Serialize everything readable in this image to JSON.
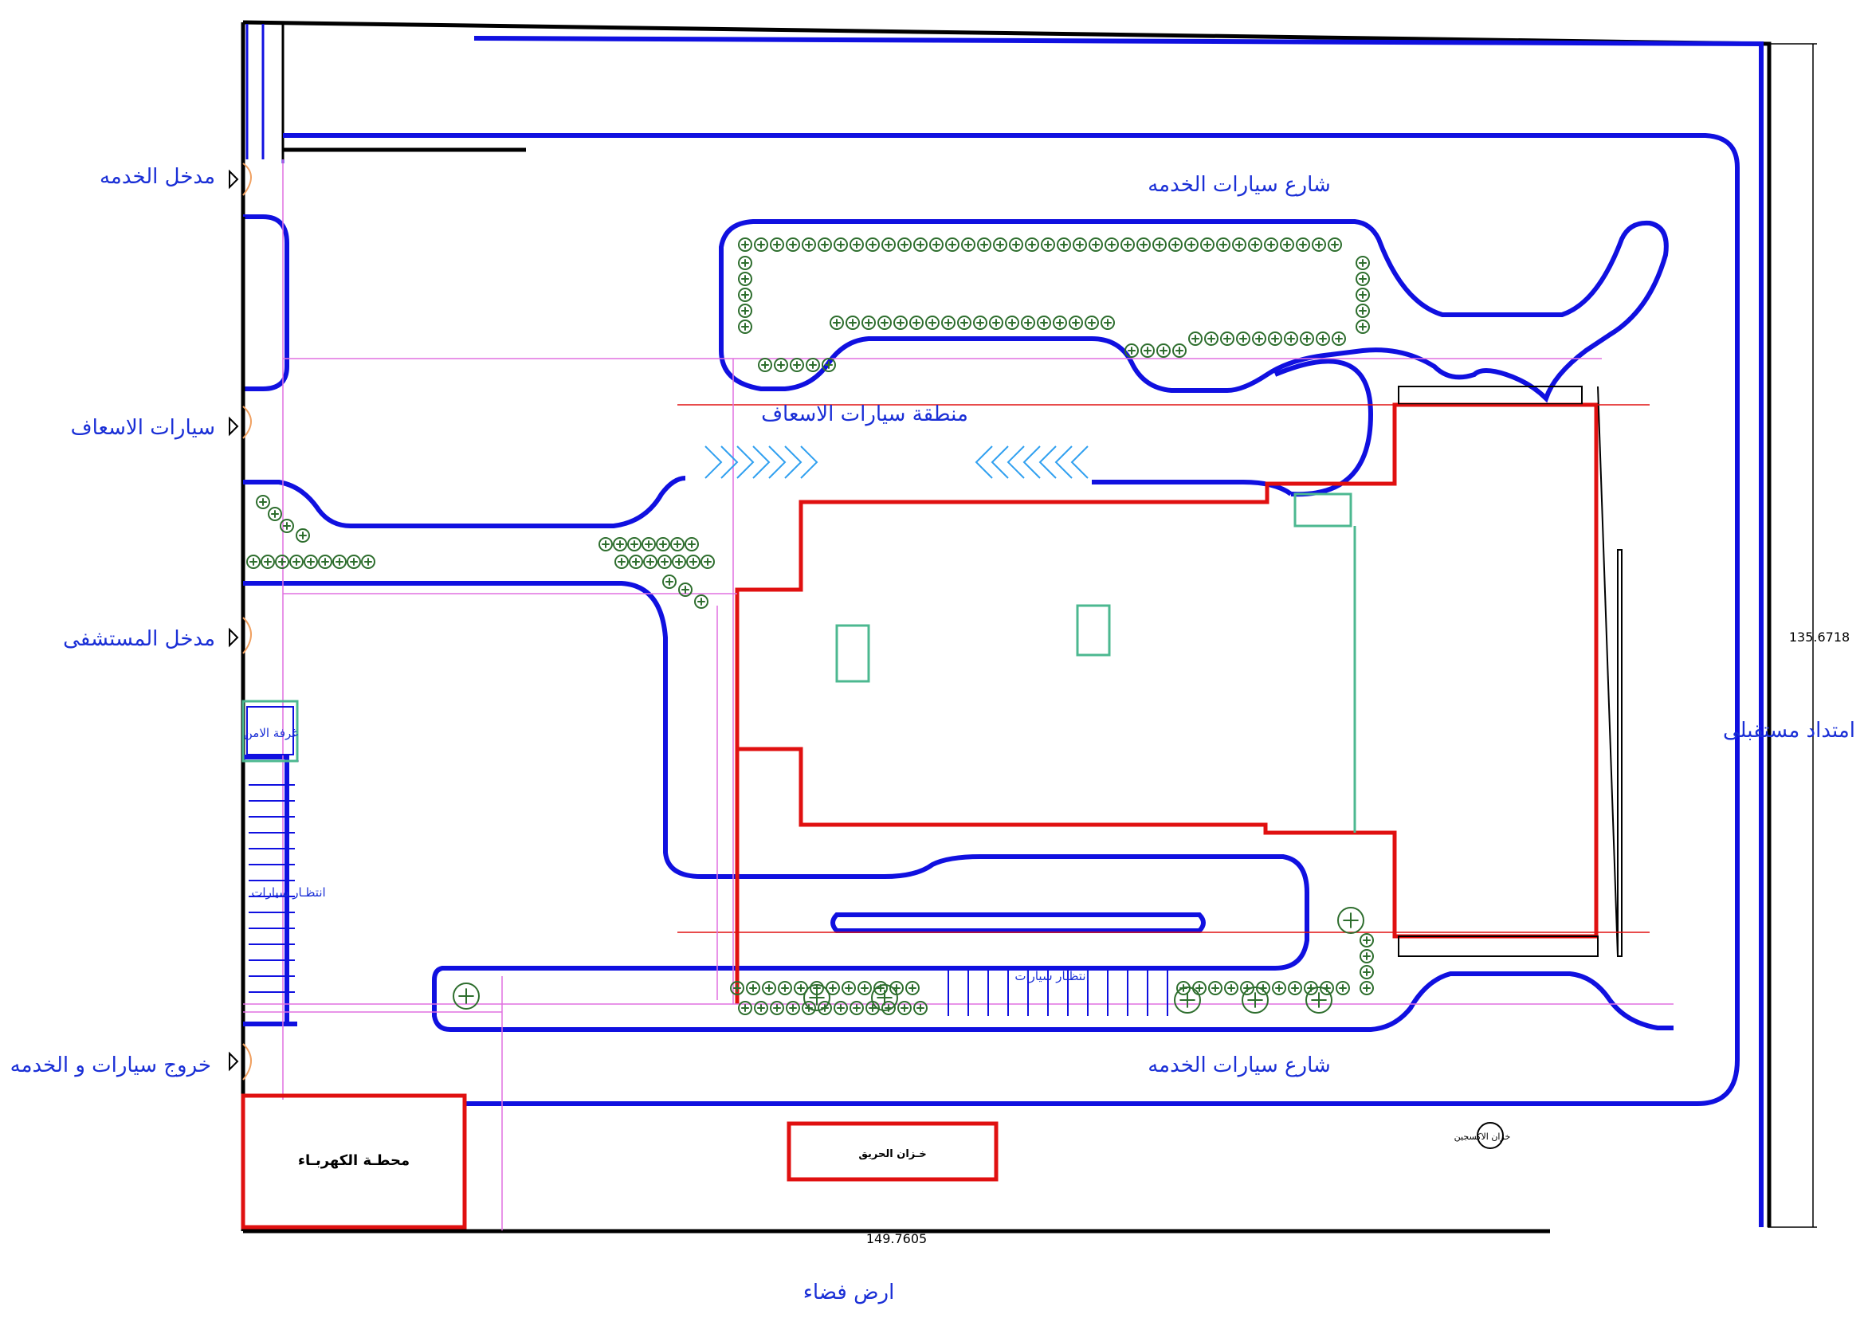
{
  "labels": {
    "service_entrance": "مدخل الخدمه",
    "ambulances": "سيارات الاسعاف",
    "hospital_entrance": "مدخل المستشفى",
    "service_exit": "خروج سيارات و الخدمه",
    "service_street_top": "شارع سيارات الخدمه",
    "service_street_bottom": "شارع سيارات الخدمه",
    "ambulance_zone": "منطقة سيارات الاسعاف",
    "future_extension": "امتداد مستقبلى",
    "empty_land": "ارض فضاء",
    "power_station": "محطـة الكهربـاء",
    "fire_tank": "خـزان الحريق",
    "security_room": "غرفة الامن",
    "parking_left": "انتظـار سيارات",
    "parking_bottom": "انتظـار سيارات",
    "oxygen_tank": "خزان الاكسجين"
  },
  "dimensions": {
    "width_label": "149.7605",
    "depth_label": "135.6718"
  },
  "colors": {
    "road_blue": "#1010e0",
    "text_blue": "#1a2fd6",
    "building_red": "#e01010",
    "tree_green": "#2e6e2e",
    "grid_pink": "#e070e0",
    "light_green": "#4cb890"
  }
}
